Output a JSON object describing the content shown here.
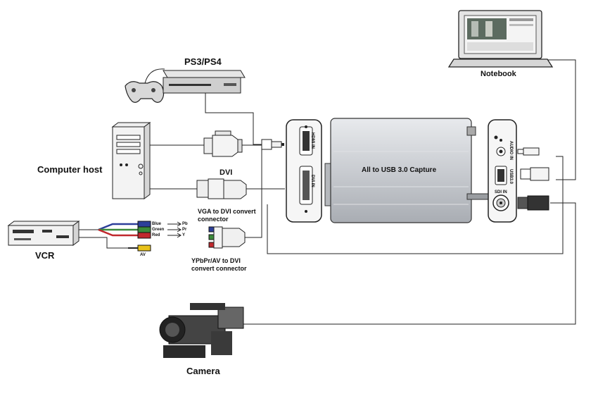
{
  "devices": {
    "ps": "PS3/PS4",
    "notebook": "Notebook",
    "computer": "Computer host",
    "vcr": "VCR",
    "camera": "Camera",
    "capture": "All to USB 3.0 Capture"
  },
  "connectors": {
    "dvi": "DVI",
    "vga_line1": "VGA to DVI convert",
    "vga_line2": "connector",
    "ypbpr_line1": "YPbPr/AV to DVI",
    "ypbpr_line2": "convert connector"
  },
  "cables": {
    "blue": "Blue",
    "green": "Green",
    "red": "Red",
    "pb": "Pb",
    "pr": "Pr",
    "y": "Y",
    "av": "AV"
  },
  "ports": {
    "hdmi": "HDMI IN",
    "dvi": "DVI IN",
    "audio": "AUDIO IN",
    "usb": "USB3.0",
    "sdi": "SDI IN"
  },
  "colors": {
    "blue_plug": "#2d3f9a",
    "green_plug": "#3b8a3b",
    "red_plug": "#c0282d",
    "yellow_plug": "#e8c21a",
    "aluminium": "#c9ccd1"
  }
}
